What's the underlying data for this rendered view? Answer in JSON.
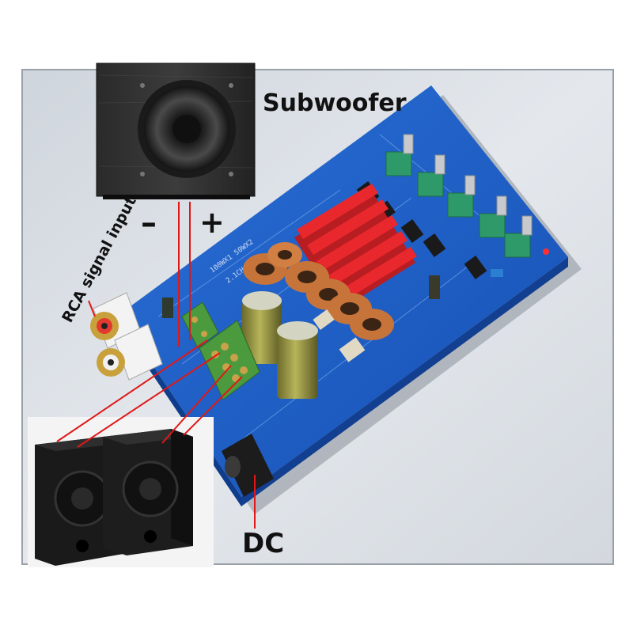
{
  "labels": {
    "subwoofer": "Subwoofer",
    "rca_input": "RCA signal input",
    "dc": "DC",
    "minus": "–",
    "plus": "+"
  },
  "colors": {
    "pcb": "#1b5ec9",
    "heatsink": "#e0262a",
    "pointer_lines": "#e01818",
    "background": "#dfe4ea"
  }
}
